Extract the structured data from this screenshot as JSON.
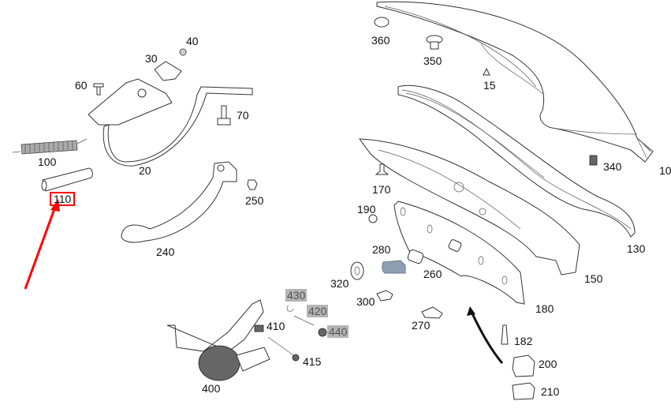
{
  "diagram": {
    "title": "Trunk lid / boot lid exploded parts diagram",
    "highlight_color": "#ff0000",
    "highlighted_part": "110",
    "callouts": [
      {
        "id": "c10",
        "label": "10",
        "style": "plain"
      },
      {
        "id": "c15",
        "label": "15",
        "style": "plain"
      },
      {
        "id": "c20",
        "label": "20",
        "style": "plain"
      },
      {
        "id": "c30",
        "label": "30",
        "style": "plain"
      },
      {
        "id": "c40",
        "label": "40",
        "style": "plain"
      },
      {
        "id": "c60",
        "label": "60",
        "style": "plain"
      },
      {
        "id": "c70",
        "label": "70",
        "style": "plain"
      },
      {
        "id": "c100",
        "label": "100",
        "style": "plain"
      },
      {
        "id": "c110",
        "label": "110",
        "style": "highlighted"
      },
      {
        "id": "c130",
        "label": "130",
        "style": "plain"
      },
      {
        "id": "c150",
        "label": "150",
        "style": "plain"
      },
      {
        "id": "c170",
        "label": "170",
        "style": "plain"
      },
      {
        "id": "c180",
        "label": "180",
        "style": "plain"
      },
      {
        "id": "c182",
        "label": "182",
        "style": "plain"
      },
      {
        "id": "c190",
        "label": "190",
        "style": "plain"
      },
      {
        "id": "c200",
        "label": "200",
        "style": "plain"
      },
      {
        "id": "c210",
        "label": "210",
        "style": "plain"
      },
      {
        "id": "c240",
        "label": "240",
        "style": "plain"
      },
      {
        "id": "c250",
        "label": "250",
        "style": "plain"
      },
      {
        "id": "c260",
        "label": "260",
        "style": "plain"
      },
      {
        "id": "c270",
        "label": "270",
        "style": "plain"
      },
      {
        "id": "c280",
        "label": "280",
        "style": "plain"
      },
      {
        "id": "c300",
        "label": "300",
        "style": "plain"
      },
      {
        "id": "c320",
        "label": "320",
        "style": "plain"
      },
      {
        "id": "c340",
        "label": "340",
        "style": "plain"
      },
      {
        "id": "c350",
        "label": "350",
        "style": "plain"
      },
      {
        "id": "c360",
        "label": "360",
        "style": "plain"
      },
      {
        "id": "c400",
        "label": "400",
        "style": "plain"
      },
      {
        "id": "c410",
        "label": "410",
        "style": "plain"
      },
      {
        "id": "c415",
        "label": "415",
        "style": "plain"
      },
      {
        "id": "c420",
        "label": "420",
        "style": "greyed"
      },
      {
        "id": "c430",
        "label": "430",
        "style": "greyed"
      },
      {
        "id": "c440",
        "label": "440",
        "style": "greyed"
      }
    ],
    "part_280_color": "#8e9fb4",
    "greyed_label_bg": "#b4b4b4"
  }
}
